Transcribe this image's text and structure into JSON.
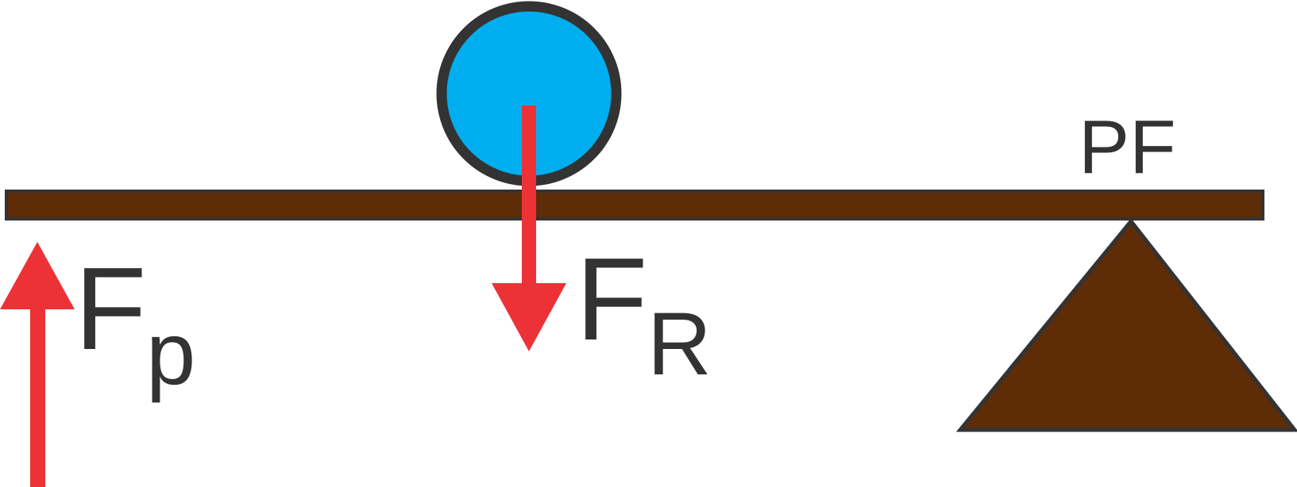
{
  "diagram": {
    "labels": {
      "effort_main": "F",
      "effort_sub": "p",
      "load_main": "F",
      "load_sub": "R",
      "fulcrum": "PF"
    },
    "colors": {
      "beam": "#5e2c06",
      "outline": "#333333",
      "ball": "#00aeef",
      "arrow": "#ed3237",
      "fulcrum": "#5e2c06",
      "text": "#333333"
    }
  }
}
